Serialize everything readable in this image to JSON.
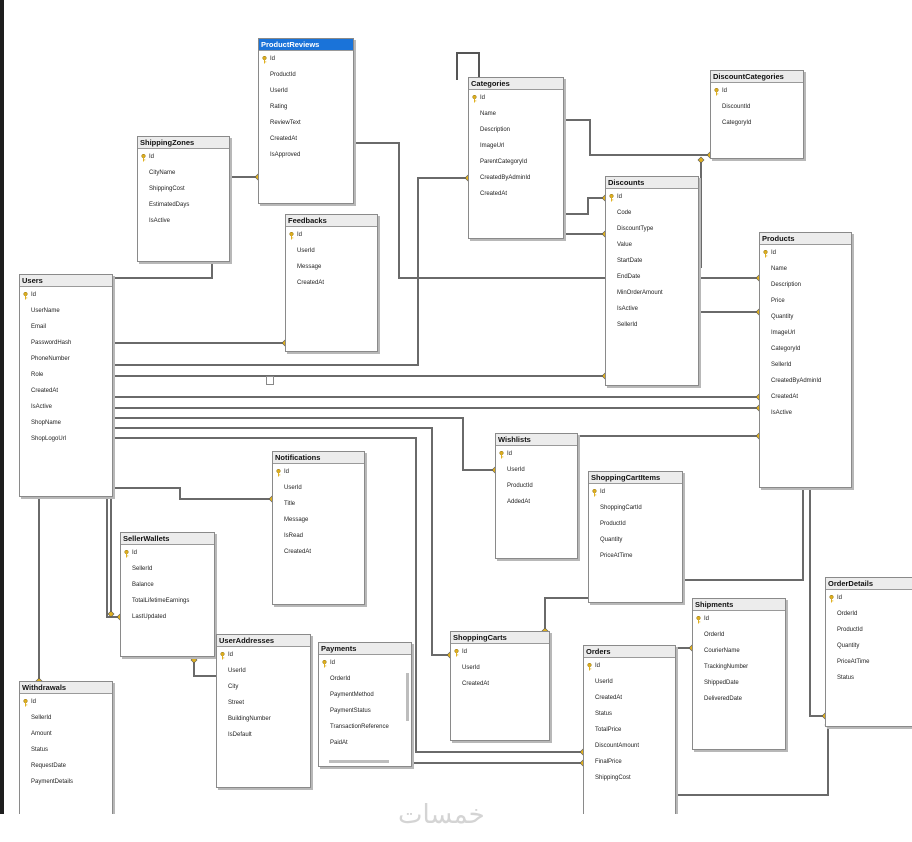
{
  "diagram": {
    "tables": [
      {
        "id": "ProductReviews",
        "title": "ProductReviews",
        "selected": true,
        "columns": [
          "Id",
          "ProductId",
          "UserId",
          "Rating",
          "ReviewText",
          "CreatedAt",
          "IsApproved"
        ]
      },
      {
        "id": "Categories",
        "title": "Categories",
        "selected": false,
        "columns": [
          "Id",
          "Name",
          "Description",
          "ImageUrl",
          "ParentCategoryId",
          "CreatedByAdminId",
          "CreatedAt"
        ]
      },
      {
        "id": "DiscountCategories",
        "title": "DiscountCategories",
        "selected": false,
        "columns": [
          "Id",
          "DiscountId",
          "CategoryId"
        ]
      },
      {
        "id": "ShippingZones",
        "title": "ShippingZones",
        "selected": false,
        "columns": [
          "Id",
          "CityName",
          "ShippingCost",
          "EstimatedDays",
          "IsActive"
        ]
      },
      {
        "id": "Discounts",
        "title": "Discounts",
        "selected": false,
        "columns": [
          "Id",
          "Code",
          "DiscountType",
          "Value",
          "StartDate",
          "EndDate",
          "MinOrderAmount",
          "IsActive",
          "SellerId"
        ]
      },
      {
        "id": "Feedbacks",
        "title": "Feedbacks",
        "selected": false,
        "columns": [
          "Id",
          "UserId",
          "Message",
          "CreatedAt"
        ]
      },
      {
        "id": "Products",
        "title": "Products",
        "selected": false,
        "columns": [
          "Id",
          "Name",
          "Description",
          "Price",
          "Quantity",
          "ImageUrl",
          "CategoryId",
          "SellerId",
          "CreatedByAdminId",
          "CreatedAt",
          "IsActive"
        ]
      },
      {
        "id": "Users",
        "title": "Users",
        "selected": false,
        "columns": [
          "Id",
          "UserName",
          "Email",
          "PasswordHash",
          "PhoneNumber",
          "Role",
          "CreatedAt",
          "IsActive",
          "ShopName",
          "ShopLogoUrl"
        ]
      },
      {
        "id": "Wishlists",
        "title": "Wishlists",
        "selected": false,
        "columns": [
          "Id",
          "UserId",
          "ProductId",
          "AddedAt"
        ]
      },
      {
        "id": "Notifications",
        "title": "Notifications",
        "selected": false,
        "columns": [
          "Id",
          "UserId",
          "Title",
          "Message",
          "IsRead",
          "CreatedAt"
        ]
      },
      {
        "id": "ShoppingCartItems",
        "title": "ShoppingCartItems",
        "selected": false,
        "columns": [
          "Id",
          "ShoppingCartId",
          "ProductId",
          "Quantity",
          "PriceAtTime"
        ]
      },
      {
        "id": "SellerWallets",
        "title": "SellerWallets",
        "selected": false,
        "columns": [
          "Id",
          "SellerId",
          "Balance",
          "TotalLifetimeEarnings",
          "LastUpdated"
        ]
      },
      {
        "id": "OrderDetails",
        "title": "OrderDetails",
        "selected": false,
        "columns": [
          "Id",
          "OrderId",
          "ProductId",
          "Quantity",
          "PriceAtTime",
          "Status"
        ]
      },
      {
        "id": "Shipments",
        "title": "Shipments",
        "selected": false,
        "columns": [
          "Id",
          "OrderId",
          "CourierName",
          "TrackingNumber",
          "ShippedDate",
          "DeliveredDate"
        ]
      },
      {
        "id": "ShoppingCarts",
        "title": "ShoppingCarts",
        "selected": false,
        "columns": [
          "Id",
          "UserId",
          "CreatedAt"
        ]
      },
      {
        "id": "UserAddresses",
        "title": "UserAddresses",
        "selected": false,
        "columns": [
          "Id",
          "UserId",
          "City",
          "Street",
          "BuildingNumber",
          "IsDefault"
        ]
      },
      {
        "id": "Payments",
        "title": "Payments",
        "selected": false,
        "columns": [
          "Id",
          "OrderId",
          "PaymentMethod",
          "PaymentStatus",
          "TransactionReference",
          "PaidAt"
        ]
      },
      {
        "id": "Orders",
        "title": "Orders",
        "selected": false,
        "columns": [
          "Id",
          "UserId",
          "CreatedAt",
          "Status",
          "TotalPrice",
          "DiscountAmount",
          "FinalPrice",
          "ShippingCost"
        ]
      },
      {
        "id": "Withdrawals",
        "title": "Withdrawals",
        "selected": false,
        "columns": [
          "Id",
          "SellerId",
          "Amount",
          "Status",
          "RequestDate",
          "PaymentDetails"
        ]
      }
    ]
  },
  "watermark": {
    "text": "خمسات"
  },
  "colors": {
    "key": "#e0b020",
    "connector": "#6a6a6a",
    "selected_header": "#1a73d9",
    "header": "#ececec"
  },
  "icons": {
    "primary_key": "key-icon",
    "fk_end": "diamond-end-icon"
  }
}
